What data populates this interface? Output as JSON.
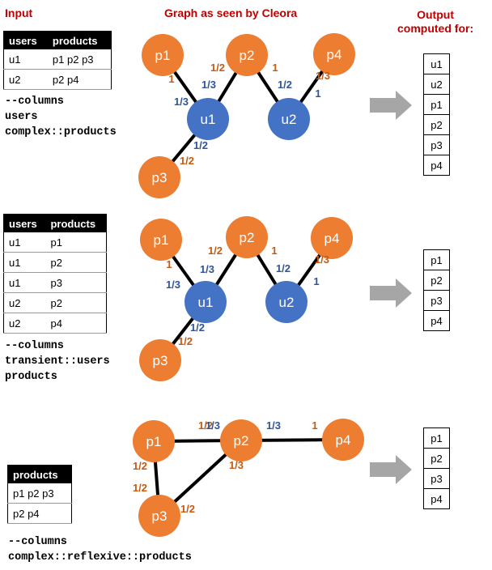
{
  "colors": {
    "header": "#c00000",
    "product_node": "#ed7d31",
    "user_node": "#4472c4",
    "product_weight": "#c55a11",
    "user_weight": "#2f5597",
    "edge": "#000000",
    "arrow": "#a6a6a6"
  },
  "headers": {
    "input": "Input",
    "graph": "Graph as seen by Cleora",
    "output_line1": "Output",
    "output_line2": "computed for:"
  },
  "sections": [
    {
      "input_table": {
        "columns": [
          "users",
          "products"
        ],
        "rows": [
          [
            "u1",
            "p1 p2 p3"
          ],
          [
            "u2",
            "p2 p4"
          ]
        ]
      },
      "cli": [
        "--columns",
        "users",
        "complex::products"
      ],
      "graph": {
        "nodes": [
          {
            "id": "p1",
            "kind": "product"
          },
          {
            "id": "p2",
            "kind": "product"
          },
          {
            "id": "p4",
            "kind": "product"
          },
          {
            "id": "u1",
            "kind": "user"
          },
          {
            "id": "u2",
            "kind": "user"
          },
          {
            "id": "p3",
            "kind": "product"
          }
        ],
        "edges": [
          [
            "p1",
            "u1"
          ],
          [
            "p2",
            "u1"
          ],
          [
            "p3",
            "u1"
          ],
          [
            "p2",
            "u2"
          ],
          [
            "p4",
            "u2"
          ]
        ],
        "weights": [
          "1",
          "1/3",
          "1/2",
          "1/3",
          "1/2",
          "1/2",
          "1",
          "1/2",
          "1/3",
          "1"
        ]
      },
      "output": [
        "u1",
        "u2",
        "p1",
        "p2",
        "p3",
        "p4"
      ]
    },
    {
      "input_table": {
        "columns": [
          "users",
          "products"
        ],
        "rows": [
          [
            "u1",
            "p1"
          ],
          [
            "u1",
            "p2"
          ],
          [
            "u1",
            "p3"
          ],
          [
            "u2",
            "p2"
          ],
          [
            "u2",
            "p4"
          ]
        ]
      },
      "cli": [
        "--columns",
        "transient::users",
        "products"
      ],
      "graph": {
        "nodes": [
          {
            "id": "p1",
            "kind": "product"
          },
          {
            "id": "p2",
            "kind": "product"
          },
          {
            "id": "p4",
            "kind": "product"
          },
          {
            "id": "u1",
            "kind": "user"
          },
          {
            "id": "u2",
            "kind": "user"
          },
          {
            "id": "p3",
            "kind": "product"
          }
        ],
        "edges": [
          [
            "p1",
            "u1"
          ],
          [
            "p2",
            "u1"
          ],
          [
            "p3",
            "u1"
          ],
          [
            "p2",
            "u2"
          ],
          [
            "p4",
            "u2"
          ]
        ],
        "weights": [
          "1",
          "1/3",
          "1/2",
          "1/3",
          "1/2",
          "1/2",
          "1",
          "1/2",
          "1/3",
          "1"
        ]
      },
      "output": [
        "p1",
        "p2",
        "p3",
        "p4"
      ]
    },
    {
      "input_table": {
        "columns": [
          "products"
        ],
        "rows": [
          [
            "p1 p2 p3"
          ],
          [
            "p2 p4"
          ]
        ]
      },
      "cli": [
        "--columns",
        "complex::reflexive::products"
      ],
      "graph": {
        "nodes": [
          {
            "id": "p1",
            "kind": "product"
          },
          {
            "id": "p2",
            "kind": "product"
          },
          {
            "id": "p4",
            "kind": "product"
          },
          {
            "id": "p3",
            "kind": "product"
          }
        ],
        "edges": [
          [
            "p1",
            "p2"
          ],
          [
            "p2",
            "p4"
          ],
          [
            "p1",
            "p3"
          ],
          [
            "p2",
            "p3"
          ]
        ],
        "weights": [
          "1/2",
          "1/3",
          "1/3",
          "1",
          "1/2",
          "1/2",
          "1/3",
          "1/2"
        ]
      },
      "output": [
        "p1",
        "p2",
        "p3",
        "p4"
      ]
    }
  ]
}
